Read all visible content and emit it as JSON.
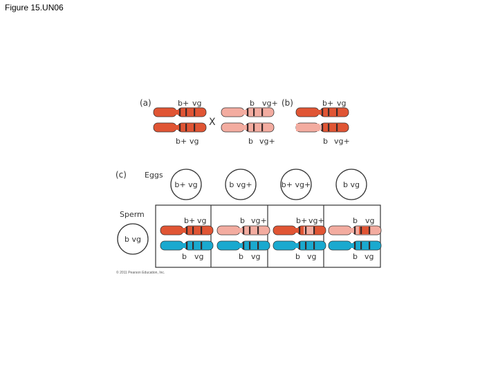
{
  "slide_title": "Figure 15.UN06",
  "labels": {
    "part_a": "(a)",
    "part_b": "(b)",
    "part_c": "(c)",
    "cross": "X",
    "eggs": "Eggs",
    "sperm": "Sperm"
  },
  "part_a": {
    "parent1_top": [
      "b+",
      "vg"
    ],
    "parent1_bottom": [
      "b+",
      "vg"
    ],
    "parent2_top": [
      "b",
      "vg+"
    ],
    "parent2_bottom": [
      "b",
      "vg+"
    ]
  },
  "part_b": {
    "top": [
      "b+",
      "vg"
    ],
    "bottom": [
      "b",
      "vg+"
    ]
  },
  "eggs": [
    [
      "b+",
      "vg"
    ],
    [
      "b",
      "vg+"
    ],
    [
      "b+",
      "vg+"
    ],
    [
      "b",
      "vg"
    ]
  ],
  "sperm": [
    "b",
    "vg"
  ],
  "offspring": [
    {
      "top": [
        "b+",
        "vg"
      ],
      "bottom": [
        "b",
        "vg"
      ]
    },
    {
      "top": [
        "b",
        "vg+"
      ],
      "bottom": [
        "b",
        "vg"
      ]
    },
    {
      "top": [
        "b+",
        "vg+"
      ],
      "bottom": [
        "b",
        "vg"
      ]
    },
    {
      "top": [
        "b",
        "vg"
      ],
      "bottom": [
        "b",
        "vg"
      ]
    }
  ],
  "copyright": "© 2011 Pearson Education, Inc.",
  "colors": {
    "dark_red": "#e05534",
    "light_pink": "#f3aca0",
    "blue": "#1aa9cf",
    "band": "#3a2a2a",
    "outline": "#333333"
  }
}
